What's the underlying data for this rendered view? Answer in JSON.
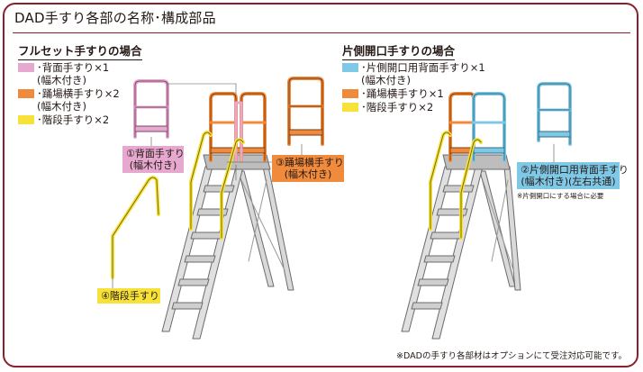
{
  "title": "DAD手すり各部の名称･構成部品",
  "left": {
    "heading": "フルセット手すりの場合",
    "legend": [
      {
        "line1": "･背面手すり×1",
        "line2": "(幅木付き)",
        "color": "#e6a8cf"
      },
      {
        "line1": "･踊場横手すり×2",
        "line2": "(幅木付き)",
        "color": "#f08a3c"
      },
      {
        "line1": "･階段手すり×2",
        "line2": "",
        "color": "#f7e23a"
      }
    ],
    "callouts": {
      "rear": {
        "line1": "①背面手すり",
        "line2": "(幅木付き)"
      },
      "landing": {
        "line1": "③踊場横手すり",
        "line2": "(幅木付き)"
      },
      "stair": {
        "line1": "④階段手すり",
        "line2": ""
      }
    }
  },
  "right": {
    "heading": "片側開口手すりの場合",
    "legend": [
      {
        "line1": "･片側開口用背面手すり×1",
        "line2": "(幅木付き)",
        "color": "#7fc8e6"
      },
      {
        "line1": "･踊場横手すり×1",
        "line2": "",
        "color": "#f08a3c"
      },
      {
        "line1": "･階段手すり×2",
        "line2": "",
        "color": "#f7e23a"
      }
    ],
    "callouts": {
      "open_rear": {
        "line1": "②片側開口用背面手すり",
        "line2": "(幅木付き)(左右共通)"
      }
    },
    "note": "※片側開口にする場合に必要"
  },
  "footnote": "※DADの手すり各部材はオプションにて受注対応可能です。",
  "colors": {
    "frame": "#8b1f2c",
    "pink": "#e6a8cf",
    "orange": "#f08a3c",
    "yellow": "#f7e23a",
    "blue": "#7fc8e6",
    "metal": "#d9d9d9"
  }
}
